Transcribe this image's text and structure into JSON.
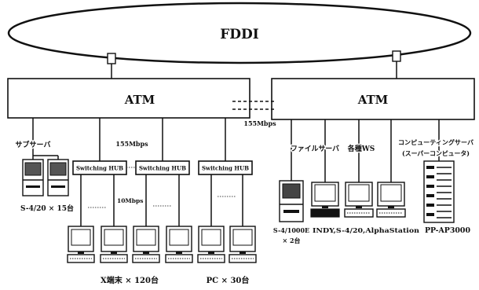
{
  "diagram": {
    "backbone_label": "FDDI",
    "atm_left_label": "ATM",
    "atm_right_label": "ATM",
    "interlink_speed": "155Mbps",
    "hub_uplink_speed": "155Mbps",
    "hub_downlink_speed": "10Mbps"
  },
  "left_segment": {
    "sub_server_label": "サブサーバ",
    "sub_server_caption": "S-4/20 × 15台",
    "hubs": [
      "Switching HUB",
      "Switching HUB",
      "Switching HUB"
    ],
    "x_terminal_caption": "X端末 × 120台",
    "pc_caption": "PC × 30台"
  },
  "right_segment": {
    "file_server_label": "ファイルサーバ",
    "file_server_caption": [
      "S-4/1000E",
      "× 2台"
    ],
    "workstation_label": "各種WS",
    "workstation_caption": "INDY,S-4/20,AlphaStation",
    "computing_server_label": [
      "コンピューティングサーバ",
      "(スーパーコンピュータ)"
    ],
    "computing_server_caption": "PP-AP3000"
  },
  "icons": {
    "ring_connector": "network-connector-icon",
    "sub_server": "server-tower-icon",
    "file_server": "file-server-icon",
    "terminal": "monitor-icon",
    "workstation": "workstation-icon",
    "supercomputer": "supercomputer-rack-icon"
  },
  "colors": {
    "ink": "#111111",
    "background": "#ffffff"
  }
}
